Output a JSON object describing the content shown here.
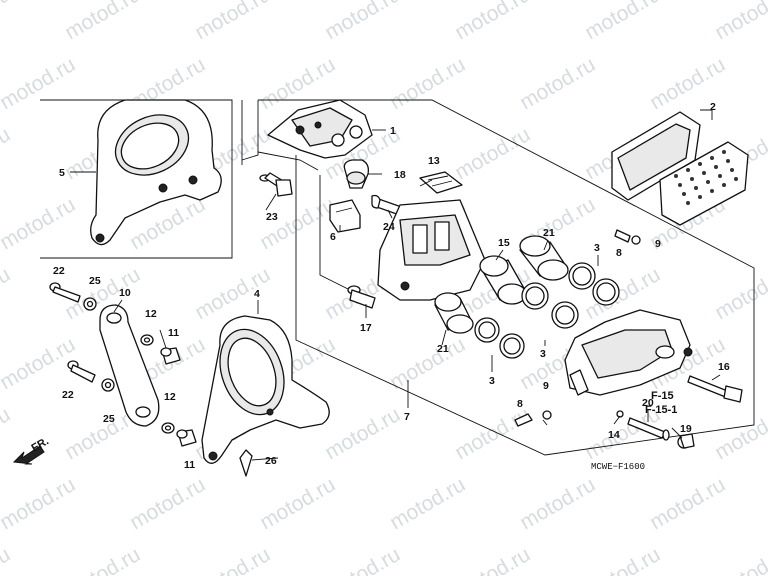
{
  "watermark": "motod.ru",
  "diagram_code": "MCWE−F1600",
  "direction_label": "FR.",
  "refs": [
    "F-15",
    "F-15-1"
  ],
  "callouts": {
    "c1": "1",
    "c2": "2",
    "c3a": "3",
    "c3b": "3",
    "c3c": "3",
    "c4": "4",
    "c5": "5",
    "c6": "6",
    "c7": "7",
    "c8a": "8",
    "c8b": "8",
    "c9a": "9",
    "c9b": "9",
    "c10": "10",
    "c11a": "11",
    "c11b": "11",
    "c12a": "12",
    "c12b": "12",
    "c13": "13",
    "c14": "14",
    "c15": "15",
    "c16": "16",
    "c17": "17",
    "c18": "18",
    "c19": "19",
    "c20": "20",
    "c21a": "21",
    "c21b": "21",
    "c22a": "22",
    "c22b": "22",
    "c23": "23",
    "c24": "24",
    "c25a": "25",
    "c25b": "25",
    "c26": "26"
  }
}
